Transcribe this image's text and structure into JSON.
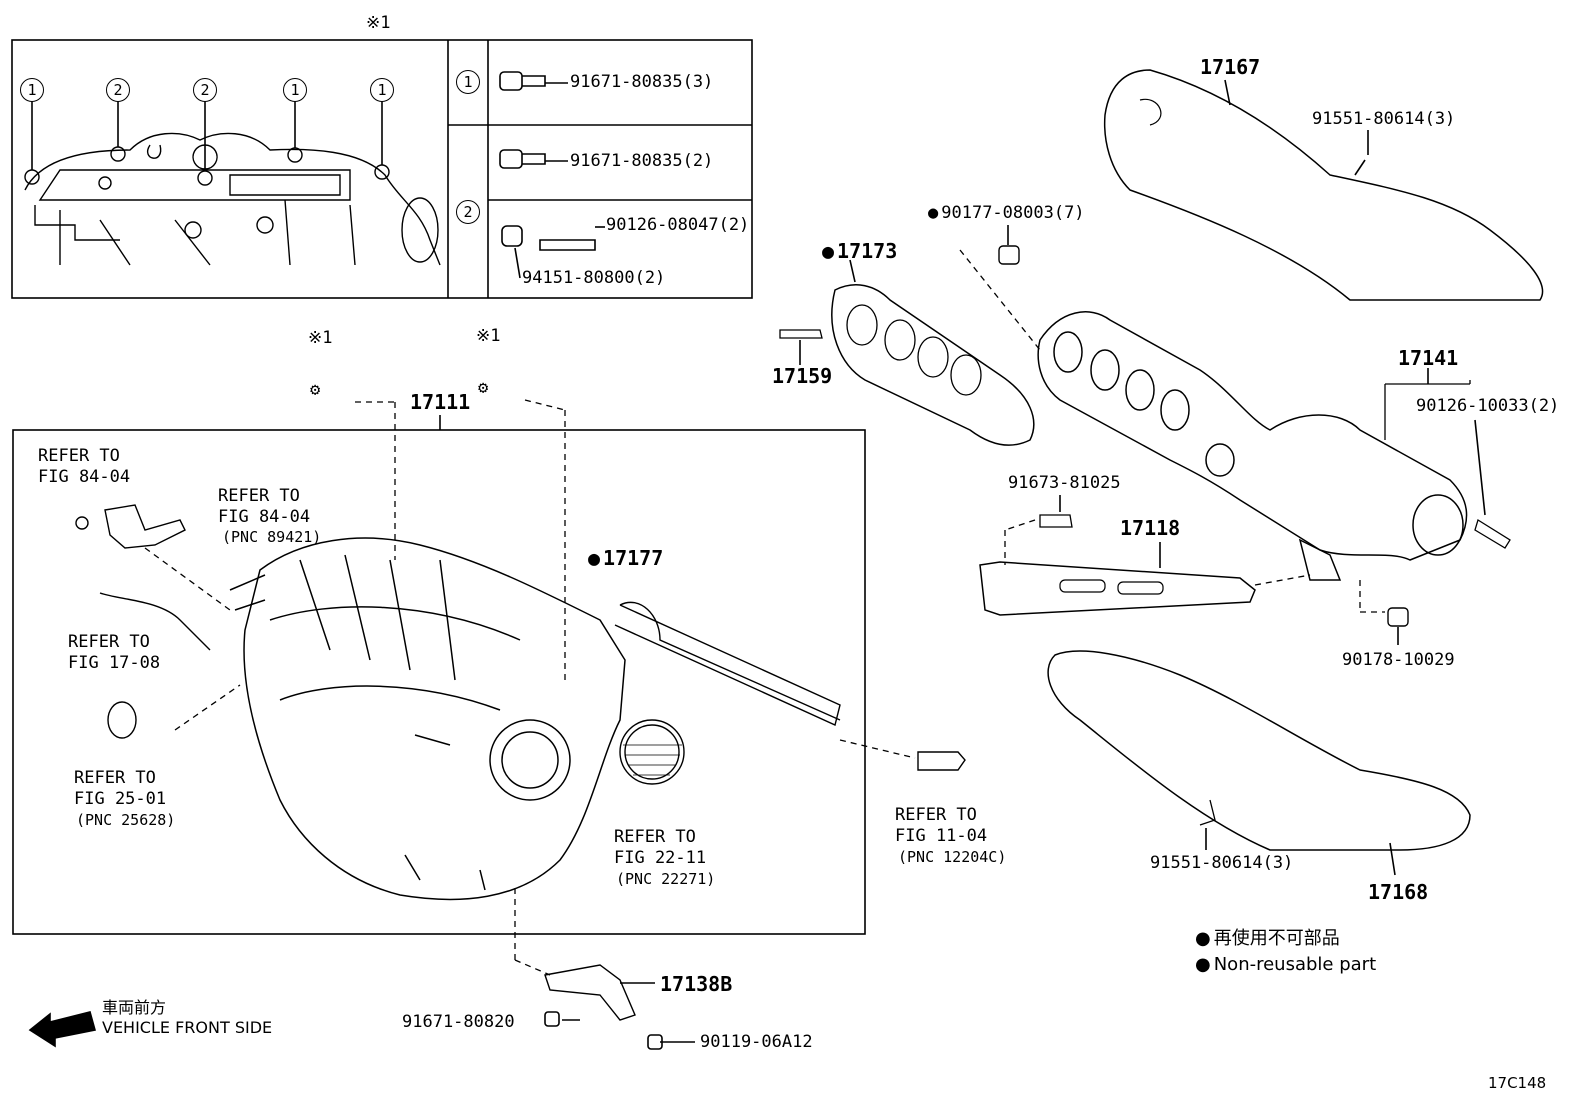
{
  "legend_box": {
    "title_mark": "※1",
    "callout_1": "1",
    "callout_2": "2",
    "row1_part": "91671-80835(3)",
    "row2_part_a": "91671-80835(2)",
    "row2_part_b": "90126-08047(2)",
    "row2_part_c": "94151-80800(2)"
  },
  "intake": {
    "box_part": "17111",
    "mark_a": "※1",
    "mark_b": "※1",
    "ref1_a": "REFER TO",
    "ref1_b": "FIG 84-04",
    "ref2_a": "REFER TO",
    "ref2_b": "FIG 84-04",
    "ref2_c": "(PNC 89421)",
    "ref3_a": "REFER TO",
    "ref3_b": "FIG 17-08",
    "ref4_a": "REFER TO",
    "ref4_b": "FIG 25-01",
    "ref4_c": "(PNC 25628)",
    "ref5_a": "REFER TO",
    "ref5_b": "FIG 22-11",
    "ref5_c": "(PNC 22271)",
    "ref6_a": "REFER TO",
    "ref6_b": "FIG 11-04",
    "ref6_c": "(PNC 12204C)",
    "gasket": "17177"
  },
  "bracket": {
    "part": "17138B",
    "bolt_a": "91671-80820",
    "bolt_b": "90119-06A12"
  },
  "exhaust": {
    "insulator_upper": "17167",
    "bolt_upper": "91551-80614(3)",
    "nut": "90177-08003(7)",
    "gasket": "17173",
    "stud": "17159",
    "manifold": "17141",
    "stud_b": "90126-10033(2)",
    "stay_bolt": "91673-81025",
    "stay": "17118",
    "nut_b": "90178-10029",
    "bolt_lower": "91551-80614(3)",
    "insulator_lower": "17168"
  },
  "notes": {
    "jp": "再使用不可部品",
    "en": "Non-reusable part",
    "front_jp": "車両前方",
    "front_en": "VEHICLE FRONT SIDE",
    "fig_code": "17C148"
  }
}
